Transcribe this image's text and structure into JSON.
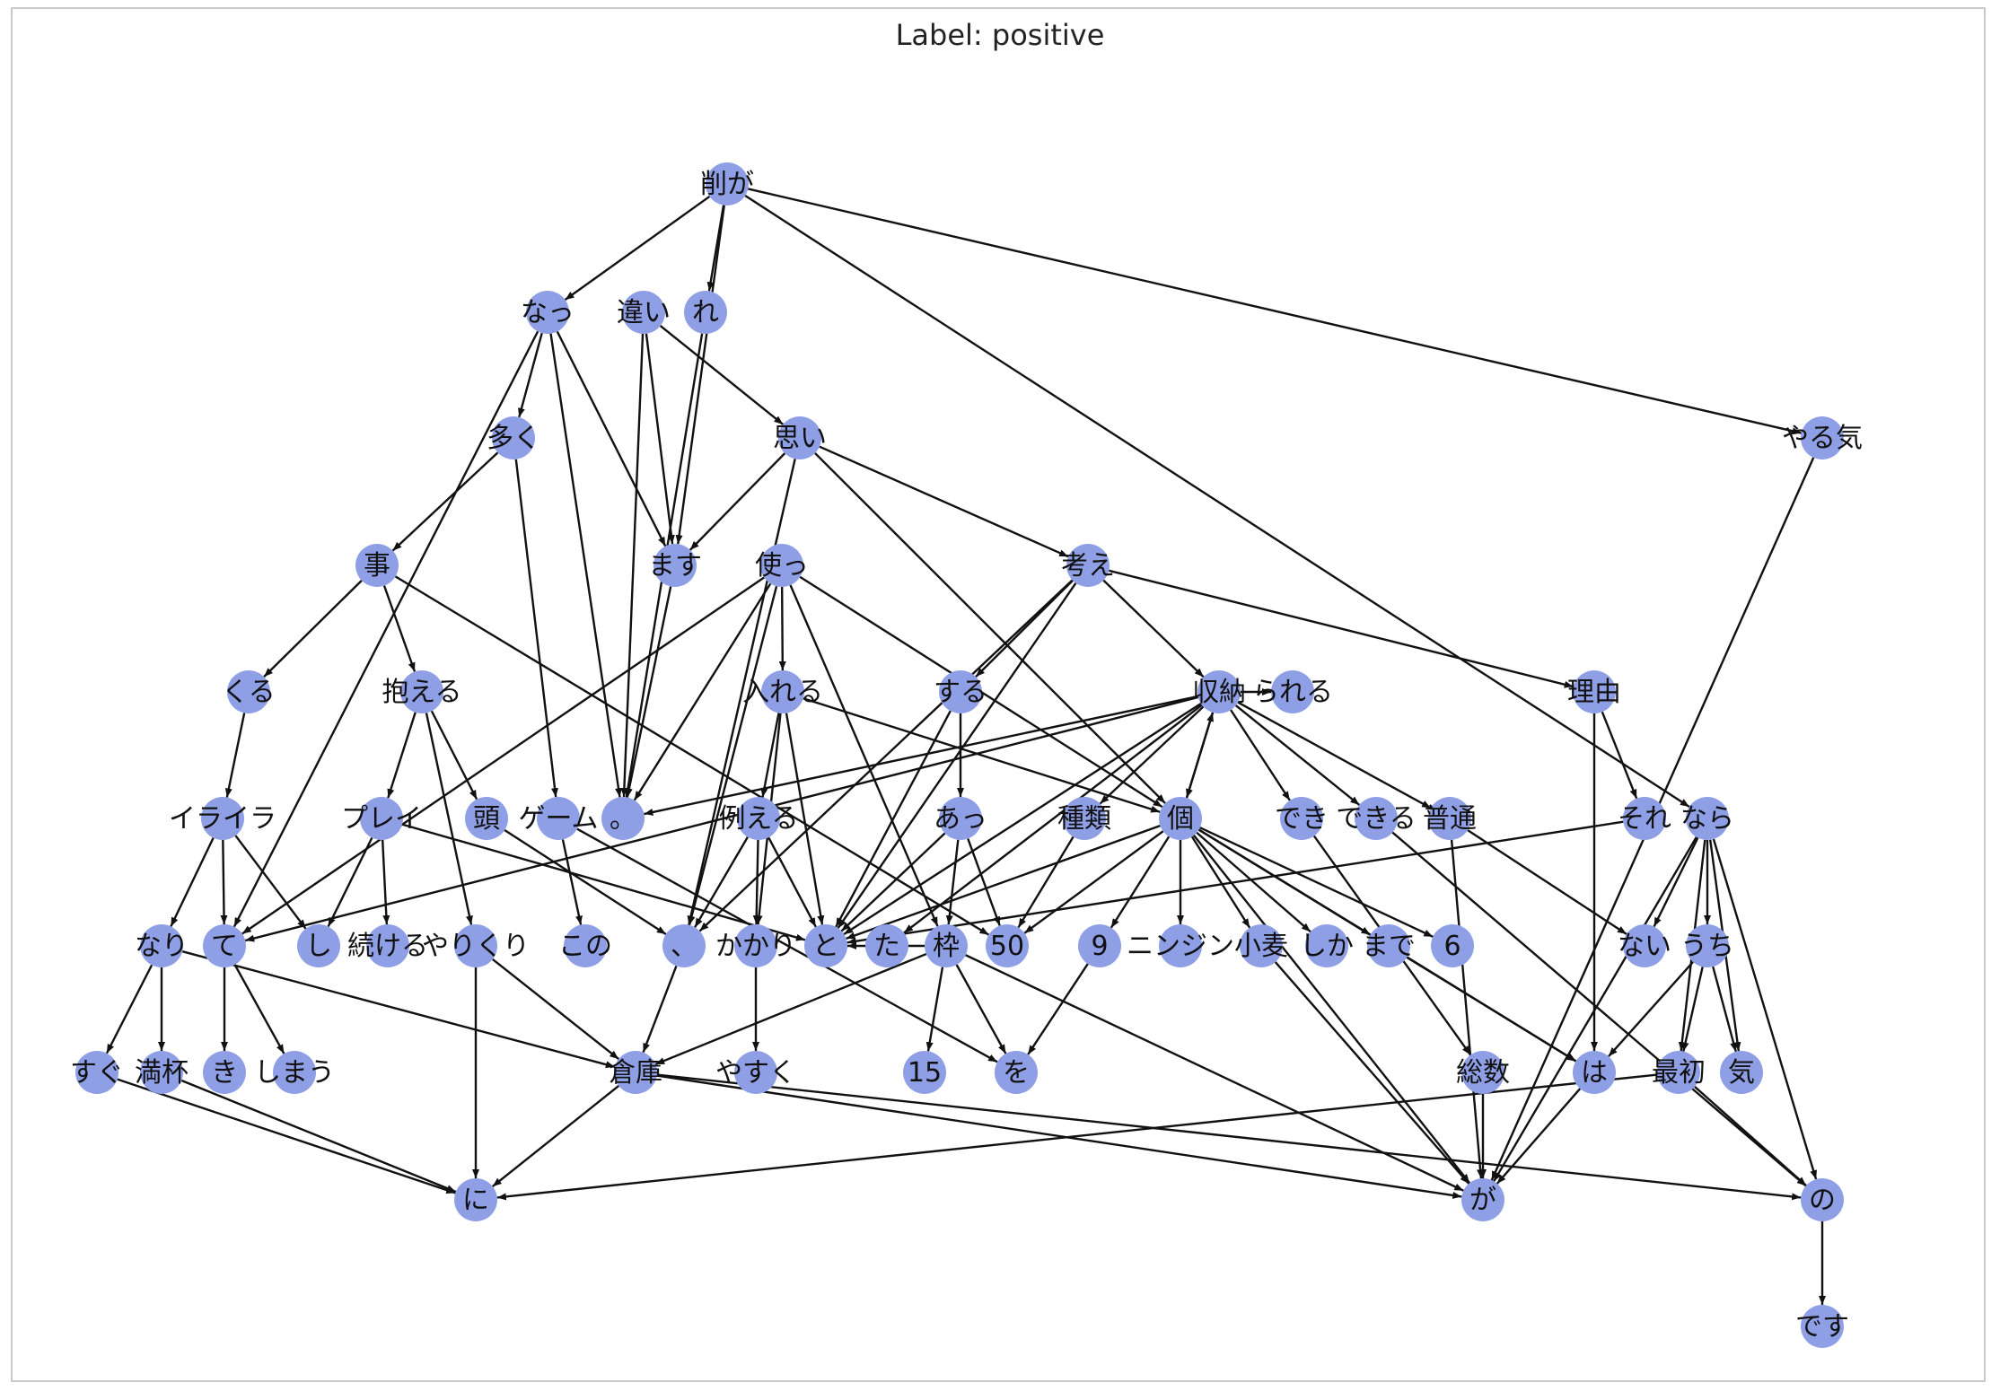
{
  "title": "Label: positive",
  "colors": {
    "node": "#8f9fe6",
    "edge": "#111111",
    "text": "#111111"
  },
  "nodes": [
    {
      "id": "n_kezu",
      "label": "削が"
    },
    {
      "id": "n_natt",
      "label": "なっ"
    },
    {
      "id": "n_chigai",
      "label": "違い"
    },
    {
      "id": "n_re",
      "label": "れ"
    },
    {
      "id": "n_yaruki",
      "label": "やる気"
    },
    {
      "id": "n_ooku",
      "label": "多く"
    },
    {
      "id": "n_omoi",
      "label": "思い"
    },
    {
      "id": "n_koto",
      "label": "事"
    },
    {
      "id": "n_masu",
      "label": "ます"
    },
    {
      "id": "n_tsukatt",
      "label": "使っ"
    },
    {
      "id": "n_kangae",
      "label": "考え"
    },
    {
      "id": "n_kuru",
      "label": "くる"
    },
    {
      "id": "n_kakaeru",
      "label": "抱える"
    },
    {
      "id": "n_ireru",
      "label": "入れる"
    },
    {
      "id": "n_suru",
      "label": "する"
    },
    {
      "id": "n_shuno",
      "label": "収納"
    },
    {
      "id": "n_rareru",
      "label": "られる"
    },
    {
      "id": "n_riyu",
      "label": "理由"
    },
    {
      "id": "n_iraira",
      "label": "イライラ"
    },
    {
      "id": "n_play",
      "label": "プレイ"
    },
    {
      "id": "n_atama",
      "label": "頭"
    },
    {
      "id": "n_game",
      "label": "ゲーム"
    },
    {
      "id": "n_maru",
      "label": "。"
    },
    {
      "id": "n_tatoeru",
      "label": "例える"
    },
    {
      "id": "n_att",
      "label": "あっ"
    },
    {
      "id": "n_shurui",
      "label": "種類"
    },
    {
      "id": "n_ko",
      "label": "個"
    },
    {
      "id": "n_deki",
      "label": "でき"
    },
    {
      "id": "n_dekiru",
      "label": "できる"
    },
    {
      "id": "n_futsu",
      "label": "普通"
    },
    {
      "id": "n_sore",
      "label": "それ"
    },
    {
      "id": "n_nara",
      "label": "なら"
    },
    {
      "id": "n_nari",
      "label": "なり"
    },
    {
      "id": "n_te",
      "label": "て"
    },
    {
      "id": "n_shi",
      "label": "し"
    },
    {
      "id": "n_tsuzukeru",
      "label": "続ける"
    },
    {
      "id": "n_yarikuri",
      "label": "やりくり"
    },
    {
      "id": "n_kono",
      "label": "この"
    },
    {
      "id": "n_ten",
      "label": "、"
    },
    {
      "id": "n_kakari",
      "label": "かかり"
    },
    {
      "id": "n_to",
      "label": "と"
    },
    {
      "id": "n_ta",
      "label": "た"
    },
    {
      "id": "n_waku",
      "label": "枠"
    },
    {
      "id": "n_50",
      "label": "50"
    },
    {
      "id": "n_9",
      "label": "9"
    },
    {
      "id": "n_ninjin",
      "label": "ニンジン"
    },
    {
      "id": "n_komugi",
      "label": "小麦"
    },
    {
      "id": "n_shika",
      "label": "しか"
    },
    {
      "id": "n_made",
      "label": "まで"
    },
    {
      "id": "n_6",
      "label": "6"
    },
    {
      "id": "n_nai",
      "label": "ない"
    },
    {
      "id": "n_uchi",
      "label": "うち"
    },
    {
      "id": "n_sugu",
      "label": "すぐ"
    },
    {
      "id": "n_manpai",
      "label": "満杯"
    },
    {
      "id": "n_ki",
      "label": "き"
    },
    {
      "id": "n_shimau",
      "label": "しまう"
    },
    {
      "id": "n_soko",
      "label": "倉庫"
    },
    {
      "id": "n_yasuku",
      "label": "やすく"
    },
    {
      "id": "n_15",
      "label": "15"
    },
    {
      "id": "n_wo",
      "label": "を"
    },
    {
      "id": "n_sosu",
      "label": "総数"
    },
    {
      "id": "n_wa",
      "label": "は"
    },
    {
      "id": "n_saisho",
      "label": "最初"
    },
    {
      "id": "n_kimochi",
      "label": "気"
    },
    {
      "id": "n_ni",
      "label": "に"
    },
    {
      "id": "n_ga",
      "label": "が"
    },
    {
      "id": "n_no",
      "label": "の"
    },
    {
      "id": "n_desu",
      "label": "です"
    }
  ],
  "edges": [
    [
      "n_kezu",
      "n_natt"
    ],
    [
      "n_kezu",
      "n_re"
    ],
    [
      "n_kezu",
      "n_masu"
    ],
    [
      "n_kezu",
      "n_yaruki"
    ],
    [
      "n_kezu",
      "n_nara"
    ],
    [
      "n_natt",
      "n_ooku"
    ],
    [
      "n_natt",
      "n_te"
    ],
    [
      "n_natt",
      "n_masu"
    ],
    [
      "n_natt",
      "n_maru"
    ],
    [
      "n_chigai",
      "n_omoi"
    ],
    [
      "n_chigai",
      "n_masu"
    ],
    [
      "n_chigai",
      "n_maru"
    ],
    [
      "n_re",
      "n_maru"
    ],
    [
      "n_yaruki",
      "n_ga"
    ],
    [
      "n_ooku",
      "n_koto"
    ],
    [
      "n_ooku",
      "n_game"
    ],
    [
      "n_omoi",
      "n_masu"
    ],
    [
      "n_omoi",
      "n_kangae"
    ],
    [
      "n_omoi",
      "n_ten"
    ],
    [
      "n_omoi",
      "n_ko"
    ],
    [
      "n_koto",
      "n_kuru"
    ],
    [
      "n_koto",
      "n_kakaeru"
    ],
    [
      "n_koto",
      "n_50"
    ],
    [
      "n_masu",
      "n_maru"
    ],
    [
      "n_tsukatt",
      "n_ireru"
    ],
    [
      "n_tsukatt",
      "n_maru"
    ],
    [
      "n_tsukatt",
      "n_te"
    ],
    [
      "n_tsukatt",
      "n_waku"
    ],
    [
      "n_tsukatt",
      "n_ko"
    ],
    [
      "n_tsukatt",
      "n_ten"
    ],
    [
      "n_kangae",
      "n_suru"
    ],
    [
      "n_kangae",
      "n_shuno"
    ],
    [
      "n_kangae",
      "n_riyu"
    ],
    [
      "n_kangae",
      "n_to"
    ],
    [
      "n_kangae",
      "n_ten"
    ],
    [
      "n_kuru",
      "n_iraira"
    ],
    [
      "n_kakaeru",
      "n_play"
    ],
    [
      "n_kakaeru",
      "n_atama"
    ],
    [
      "n_kakaeru",
      "n_yarikuri"
    ],
    [
      "n_ireru",
      "n_tatoeru"
    ],
    [
      "n_ireru",
      "n_to"
    ],
    [
      "n_ireru",
      "n_ko"
    ],
    [
      "n_ireru",
      "n_kakari"
    ],
    [
      "n_suru",
      "n_att"
    ],
    [
      "n_suru",
      "n_to"
    ],
    [
      "n_shuno",
      "n_rareru"
    ],
    [
      "n_shuno",
      "n_maru"
    ],
    [
      "n_shuno",
      "n_ko"
    ],
    [
      "n_shuno",
      "n_deki"
    ],
    [
      "n_shuno",
      "n_dekiru"
    ],
    [
      "n_shuno",
      "n_futsu"
    ],
    [
      "n_shuno",
      "n_to"
    ],
    [
      "n_shuno",
      "n_ta"
    ],
    [
      "n_shuno",
      "n_shurui"
    ],
    [
      "n_shuno",
      "n_te"
    ],
    [
      "n_riyu",
      "n_sore"
    ],
    [
      "n_riyu",
      "n_wa"
    ],
    [
      "n_iraira",
      "n_nari"
    ],
    [
      "n_iraira",
      "n_te"
    ],
    [
      "n_iraira",
      "n_shi"
    ],
    [
      "n_play",
      "n_shi"
    ],
    [
      "n_play",
      "n_tsuzukeru"
    ],
    [
      "n_play",
      "n_to"
    ],
    [
      "n_atama",
      "n_ten"
    ],
    [
      "n_game",
      "n_kono"
    ],
    [
      "n_game",
      "n_wo"
    ],
    [
      "n_tatoeru",
      "n_ten"
    ],
    [
      "n_tatoeru",
      "n_kakari"
    ],
    [
      "n_tatoeru",
      "n_to"
    ],
    [
      "n_att",
      "n_waku"
    ],
    [
      "n_att",
      "n_50"
    ],
    [
      "n_att",
      "n_to"
    ],
    [
      "n_shurui",
      "n_50"
    ],
    [
      "n_ko",
      "n_shuno"
    ],
    [
      "n_ko",
      "n_9"
    ],
    [
      "n_ko",
      "n_ninjin"
    ],
    [
      "n_ko",
      "n_komugi"
    ],
    [
      "n_ko",
      "n_shika"
    ],
    [
      "n_ko",
      "n_made"
    ],
    [
      "n_ko",
      "n_6"
    ],
    [
      "n_ko",
      "n_50"
    ],
    [
      "n_ko",
      "n_to"
    ],
    [
      "n_ko",
      "n_wa"
    ],
    [
      "n_deki",
      "n_sosu"
    ],
    [
      "n_dekiru",
      "n_no"
    ],
    [
      "n_futsu",
      "n_ga"
    ],
    [
      "n_futsu",
      "n_nai"
    ],
    [
      "n_sore",
      "n_to"
    ],
    [
      "n_nara",
      "n_nai"
    ],
    [
      "n_nara",
      "n_uchi"
    ],
    [
      "n_nara",
      "n_saisho"
    ],
    [
      "n_nara",
      "n_kimochi"
    ],
    [
      "n_nara",
      "n_no"
    ],
    [
      "n_nara",
      "n_ga"
    ],
    [
      "n_nari",
      "n_sugu"
    ],
    [
      "n_nari",
      "n_manpai"
    ],
    [
      "n_nari",
      "n_soko"
    ],
    [
      "n_te",
      "n_ki"
    ],
    [
      "n_te",
      "n_shimau"
    ],
    [
      "n_yarikuri",
      "n_ni"
    ],
    [
      "n_yarikuri",
      "n_soko"
    ],
    [
      "n_ten",
      "n_soko"
    ],
    [
      "n_kakari",
      "n_yasuku"
    ],
    [
      "n_waku",
      "n_15"
    ],
    [
      "n_waku",
      "n_wo"
    ],
    [
      "n_waku",
      "n_ga"
    ],
    [
      "n_waku",
      "n_soko"
    ],
    [
      "n_9",
      "n_wo"
    ],
    [
      "n_komugi",
      "n_ga"
    ],
    [
      "n_made",
      "n_wa"
    ],
    [
      "n_uchi",
      "n_wa"
    ],
    [
      "n_uchi",
      "n_saisho"
    ],
    [
      "n_uchi",
      "n_kimochi"
    ],
    [
      "n_sugu",
      "n_ni"
    ],
    [
      "n_manpai",
      "n_ni"
    ],
    [
      "n_soko",
      "n_ni"
    ],
    [
      "n_soko",
      "n_ga"
    ],
    [
      "n_soko",
      "n_no"
    ],
    [
      "n_sosu",
      "n_ga"
    ],
    [
      "n_wa",
      "n_ga"
    ],
    [
      "n_saisho",
      "n_no"
    ],
    [
      "n_saisho",
      "n_ni"
    ],
    [
      "n_no",
      "n_desu"
    ],
    [
      "n_waku",
      "n_to"
    ],
    [
      "n_ko",
      "n_ga"
    ]
  ]
}
